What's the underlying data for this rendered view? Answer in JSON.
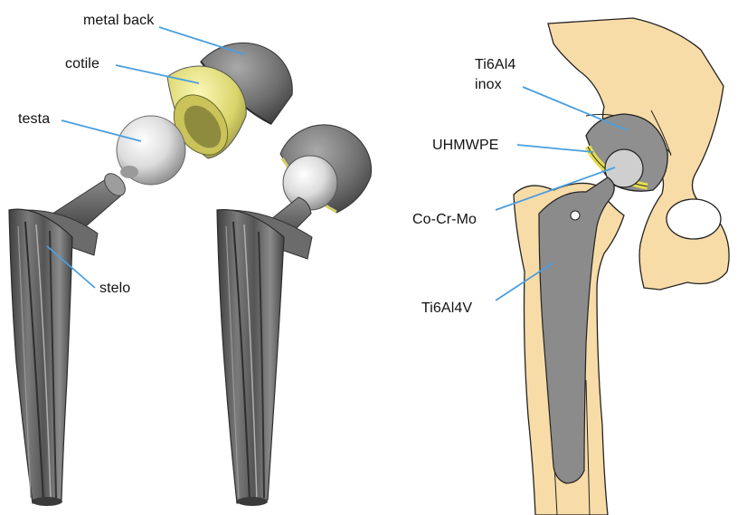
{
  "left_labels": {
    "metal_back": "metal back",
    "cotile": "cotile",
    "testa": "testa",
    "stelo": "stelo"
  },
  "right_labels": {
    "ti6al4_line1": "Ti6Al4",
    "ti6al4_line2": "inox",
    "uhmwpe": "UHMWPE",
    "cocrmo": "Co-Cr-Mo",
    "ti6al4v": "Ti6Al4V"
  },
  "colors": {
    "leader": "#4a9fe0",
    "bone": "#f8dca8",
    "metal_dark": "#5c5c5c",
    "metal_mid": "#8c8c8c",
    "liner": "#e8e37a",
    "ball": "#d8d8d8",
    "outline": "#222222"
  }
}
